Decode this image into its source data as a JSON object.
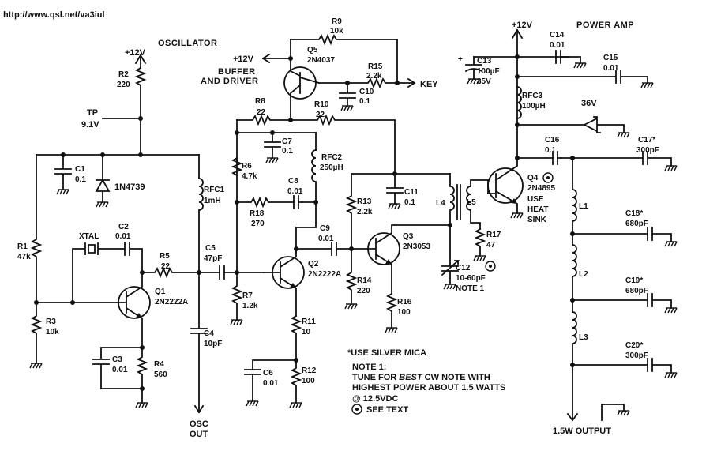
{
  "header": {
    "url": "http://www.qsl.net/va3iul"
  },
  "sections": {
    "oscillator": "OSCILLATOR",
    "buffer_line1": "BUFFER",
    "buffer_line2": "AND DRIVER",
    "power_amp": "POWER AMP"
  },
  "rails": {
    "osc_supply": "+12V",
    "buffer_supply": "+12V",
    "pa_supply": "+12V",
    "key": "KEY",
    "tp_label": "TP",
    "tp_voltage": "9.1V",
    "zener_36": "36V",
    "osc_out_1": "OSC",
    "osc_out_2": "OUT",
    "output": "1.5W OUTPUT"
  },
  "components": {
    "R1": [
      "R1",
      "47k"
    ],
    "R2": [
      "R2",
      "220"
    ],
    "R3": [
      "R3",
      "10k"
    ],
    "R4": [
      "R4",
      "560"
    ],
    "R5": [
      "R5",
      "22"
    ],
    "R6": [
      "R6",
      "4.7k"
    ],
    "R7": [
      "R7",
      "1.2k"
    ],
    "R8": [
      "R8",
      "22"
    ],
    "R9": [
      "R9",
      "10k"
    ],
    "R10": [
      "R10",
      "22"
    ],
    "R11": [
      "R11",
      "10"
    ],
    "R12": [
      "R12",
      "100"
    ],
    "R13": [
      "R13",
      "2.2k"
    ],
    "R14": [
      "R14",
      "220"
    ],
    "R15": [
      "R15",
      "2.2k"
    ],
    "R16": [
      "R16",
      "100"
    ],
    "R17": [
      "R17",
      "47"
    ],
    "R18": [
      "R18",
      "270"
    ],
    "C1": [
      "C1",
      "0.1"
    ],
    "C2": [
      "C2",
      "0.01"
    ],
    "C3": [
      "C3",
      "0.01"
    ],
    "C4": [
      "C4",
      "10pF"
    ],
    "C5": [
      "C5",
      "47pF"
    ],
    "C6": [
      "C6",
      "0.01"
    ],
    "C7": [
      "C7",
      "0.1"
    ],
    "C8": [
      "C8",
      "0.01"
    ],
    "C9": [
      "C9",
      "0.01"
    ],
    "C10": [
      "C10",
      "0.1"
    ],
    "C11": [
      "C11",
      "0.1"
    ],
    "C12": [
      "C12",
      "10-60pF"
    ],
    "C12_note": "NOTE 1",
    "C13": [
      "C13",
      "100µF",
      "35V"
    ],
    "C14": [
      "C14",
      "0.01"
    ],
    "C15": [
      "C15",
      "0.01"
    ],
    "C16": [
      "C16",
      "0.1"
    ],
    "C17": [
      "C17*",
      "300pF"
    ],
    "C18": [
      "C18*",
      "680pF"
    ],
    "C19": [
      "C19*",
      "680pF"
    ],
    "C20": [
      "C20*",
      "300pF"
    ],
    "RFC1": [
      "RFC1",
      "1mH"
    ],
    "RFC2": [
      "RFC2",
      "250µH"
    ],
    "RFC3": [
      "RFC3",
      "100µH"
    ],
    "L1": "L1",
    "L2": "L2",
    "L3": "L3",
    "L4": "L4",
    "L5": "L5",
    "XTAL": "XTAL",
    "D1": "1N4739",
    "Q1": [
      "Q1",
      "2N2222A"
    ],
    "Q2": [
      "Q2",
      "2N2222A"
    ],
    "Q3": [
      "Q3",
      "2N3053"
    ],
    "Q4": [
      "Q4",
      "2N4895",
      "USE",
      "HEAT",
      "SINK"
    ],
    "Q5": [
      "Q5",
      "2N4037"
    ]
  },
  "notes": {
    "silver_mica": "*USE SILVER MICA",
    "note1_title": "NOTE 1:",
    "note1_line1_pre": "TUNE FOR ",
    "note1_line1_em": "BEST",
    "note1_line1_post": " CW NOTE WITH",
    "note1_line2": "HIGHEST POWER ABOUT 1.5 WATTS",
    "note1_line3": "@ 12.5VDC",
    "see_text": "SEE TEXT"
  }
}
